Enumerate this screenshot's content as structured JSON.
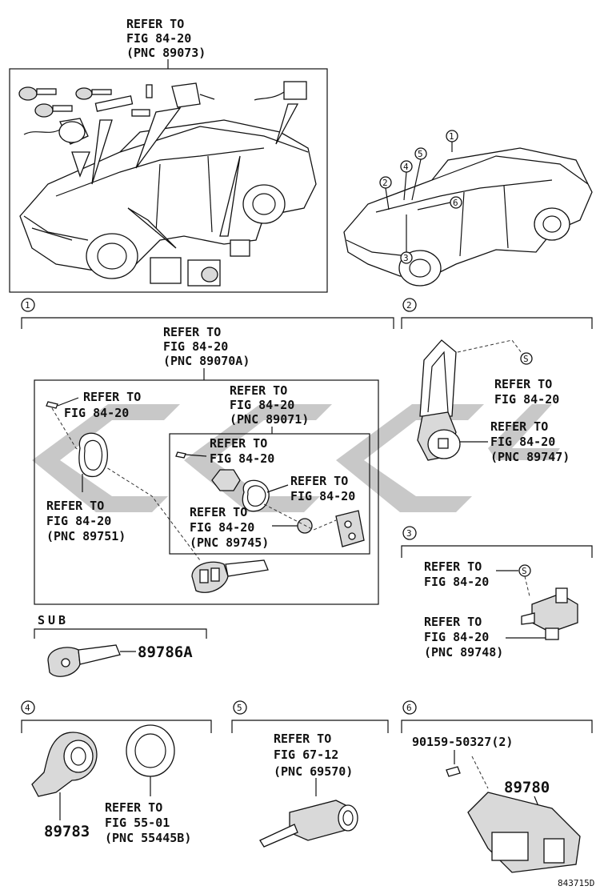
{
  "diagram_id": "843715D",
  "sections": {
    "top_ref": {
      "lines": [
        "REFER TO",
        "FIG 84-20",
        "(PNC 89073)"
      ]
    },
    "s1": {
      "callout": "1",
      "main_ref": [
        "REFER TO",
        "FIG 84-20",
        "(PNC 89070A)"
      ],
      "screw_ref": [
        "REFER TO",
        "FIG 84-20"
      ],
      "inner_ref": [
        "REFER TO",
        "FIG 84-20",
        "(PNC 89071)"
      ],
      "inner_screw_ref": [
        "REFER TO",
        "FIG 84-20"
      ],
      "ring_ref": [
        "REFER TO",
        "FIG 84-20"
      ],
      "cover_ref": [
        "REFER TO",
        "FIG 84-20",
        "(PNC 89751)"
      ],
      "battery_ref": [
        "REFER TO",
        "FIG 84-20",
        "(PNC 89745)"
      ]
    },
    "sub": {
      "label": "SUB",
      "part_no": "89786A"
    },
    "s2": {
      "callout": "2",
      "bolt_ref": [
        "REFER TO",
        "FIG 84-20"
      ],
      "unit_ref": [
        "REFER TO",
        "FIG 84-20",
        "(PNC 89747)"
      ]
    },
    "s3": {
      "callout": "3",
      "bolt_ref": [
        "REFER TO",
        "FIG 84-20"
      ],
      "unit_ref": [
        "REFER TO",
        "FIG 84-20",
        "(PNC 89748)"
      ]
    },
    "s4": {
      "callout": "4",
      "part_no": "89783",
      "ring_ref": [
        "REFER TO",
        "FIG 55-01",
        "(PNC 55445B)"
      ]
    },
    "s5": {
      "callout": "5",
      "ref": [
        "REFER TO",
        "FIG 67-12",
        "(PNC 69570)"
      ]
    },
    "s6": {
      "callout": "6",
      "screw_no": "90159-50327(2)",
      "part_no": "89780"
    }
  },
  "car_callouts": [
    "1",
    "2",
    "3",
    "4",
    "5",
    "6"
  ],
  "bolt_mark": "S"
}
